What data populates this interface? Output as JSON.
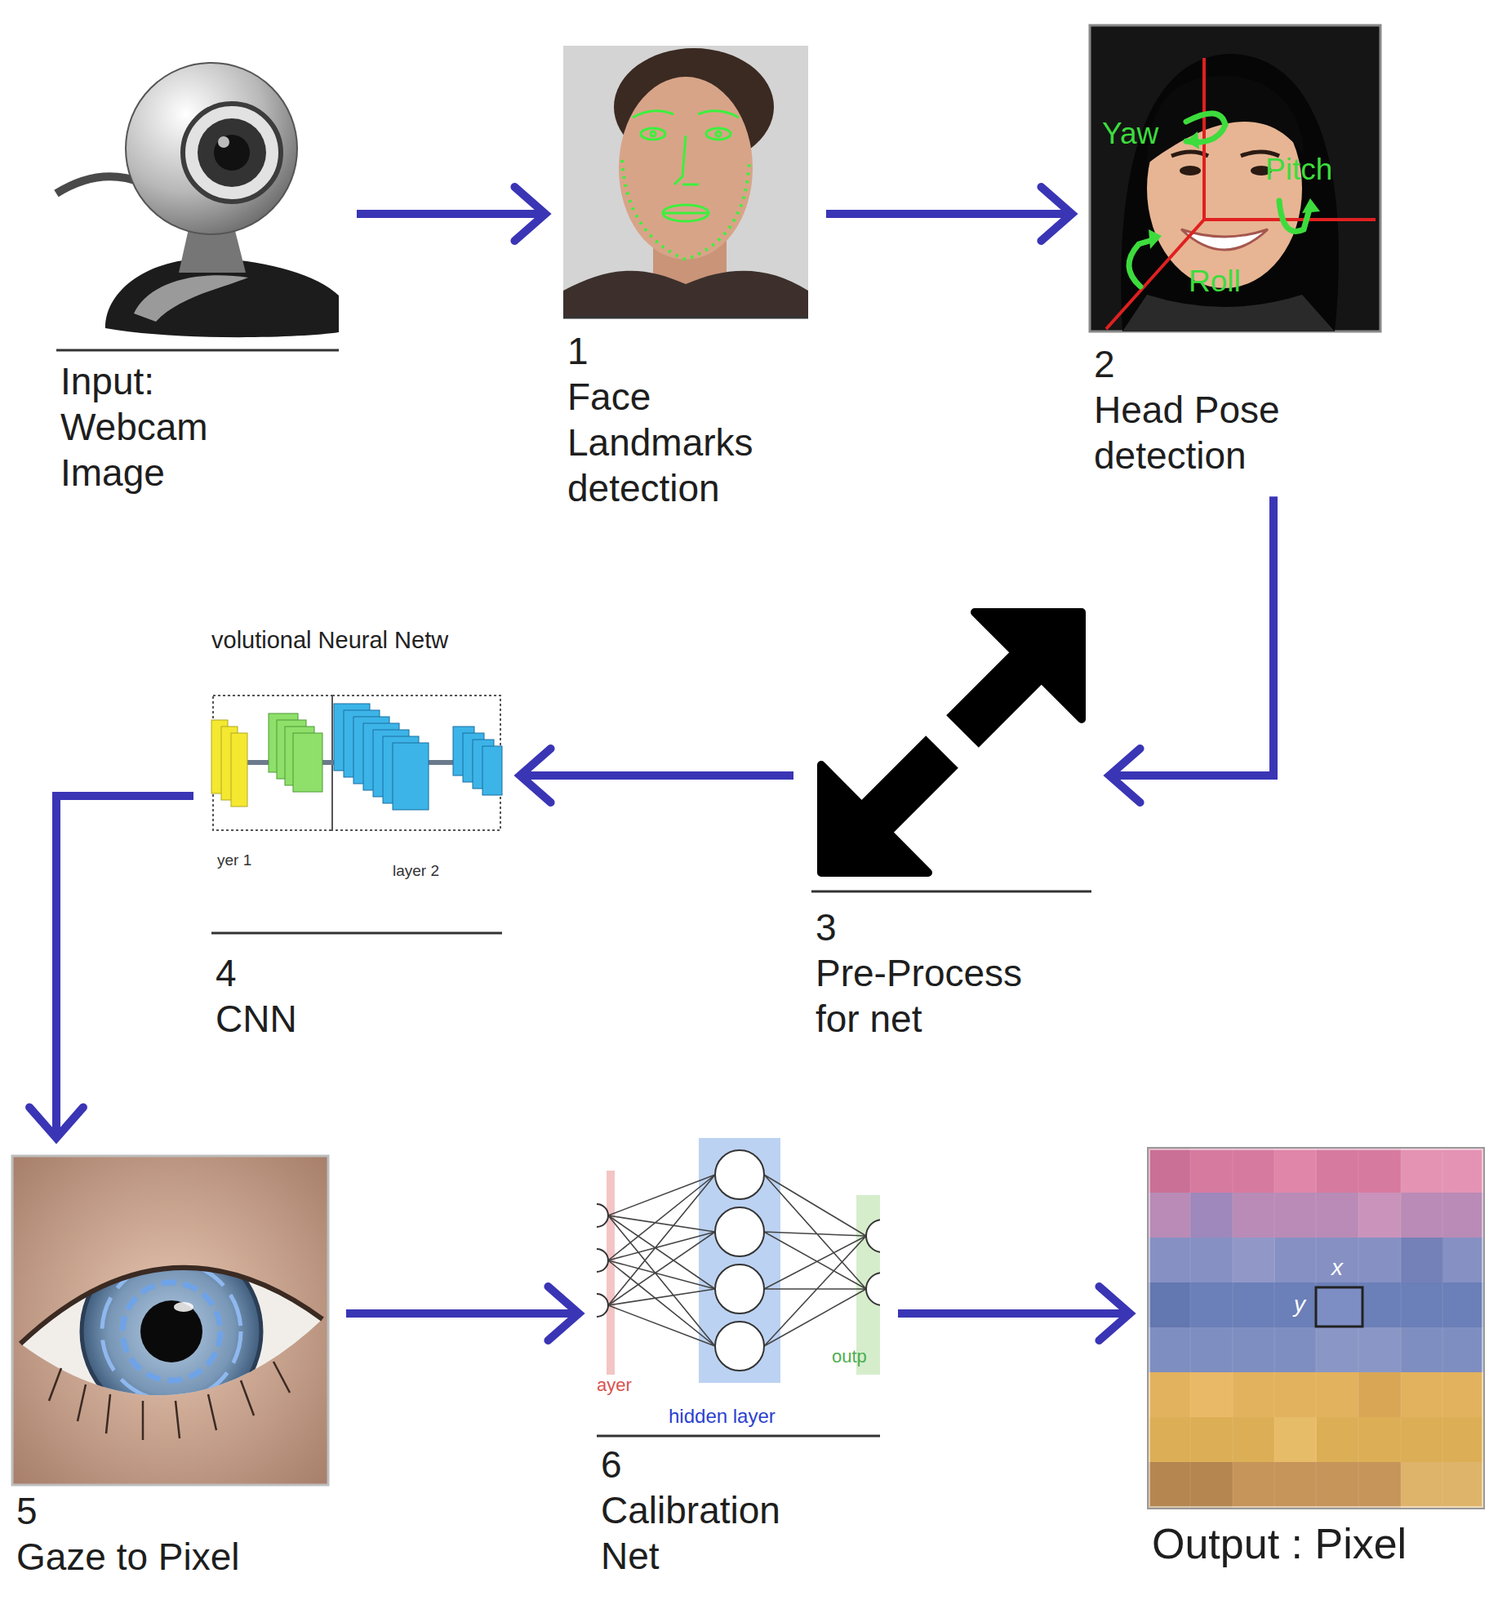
{
  "diagram": {
    "nodes": [
      {
        "text": [
          "Input: Webcam Image"
        ]
      },
      {
        "text": [
          "1",
          "Face Landmarks detection"
        ]
      },
      {
        "text": [
          "2",
          "Head Pose detection"
        ]
      },
      {
        "text": [
          "3",
          "Pre-Process for net"
        ]
      },
      {
        "text": [
          "4",
          "CNN"
        ]
      },
      {
        "text": [
          "5",
          "Gaze to Pixel"
        ]
      },
      {
        "text": [
          "6",
          "Calibration Net"
        ]
      },
      {
        "text": [
          "Output : Pixel"
        ]
      }
    ],
    "edges": [
      {
        "from": 0,
        "to": 1,
        "arrow": "to"
      },
      {
        "from": 1,
        "to": 2,
        "arrow": "to"
      },
      {
        "from": 2,
        "to": 3,
        "arrow": "to"
      },
      {
        "from": 3,
        "to": 4,
        "arrow": "to"
      },
      {
        "from": 4,
        "to": 5,
        "arrow": "to"
      },
      {
        "from": 5,
        "to": 6,
        "arrow": "to"
      },
      {
        "from": 6,
        "to": 7,
        "arrow": "to"
      }
    ],
    "labels": [
      "Yaw",
      "Pitch",
      "Roll",
      "volutional Neural Netw",
      "yer 1",
      "layer 2",
      "ayer",
      "hidden layer",
      "outp",
      "x",
      "y"
    ]
  }
}
